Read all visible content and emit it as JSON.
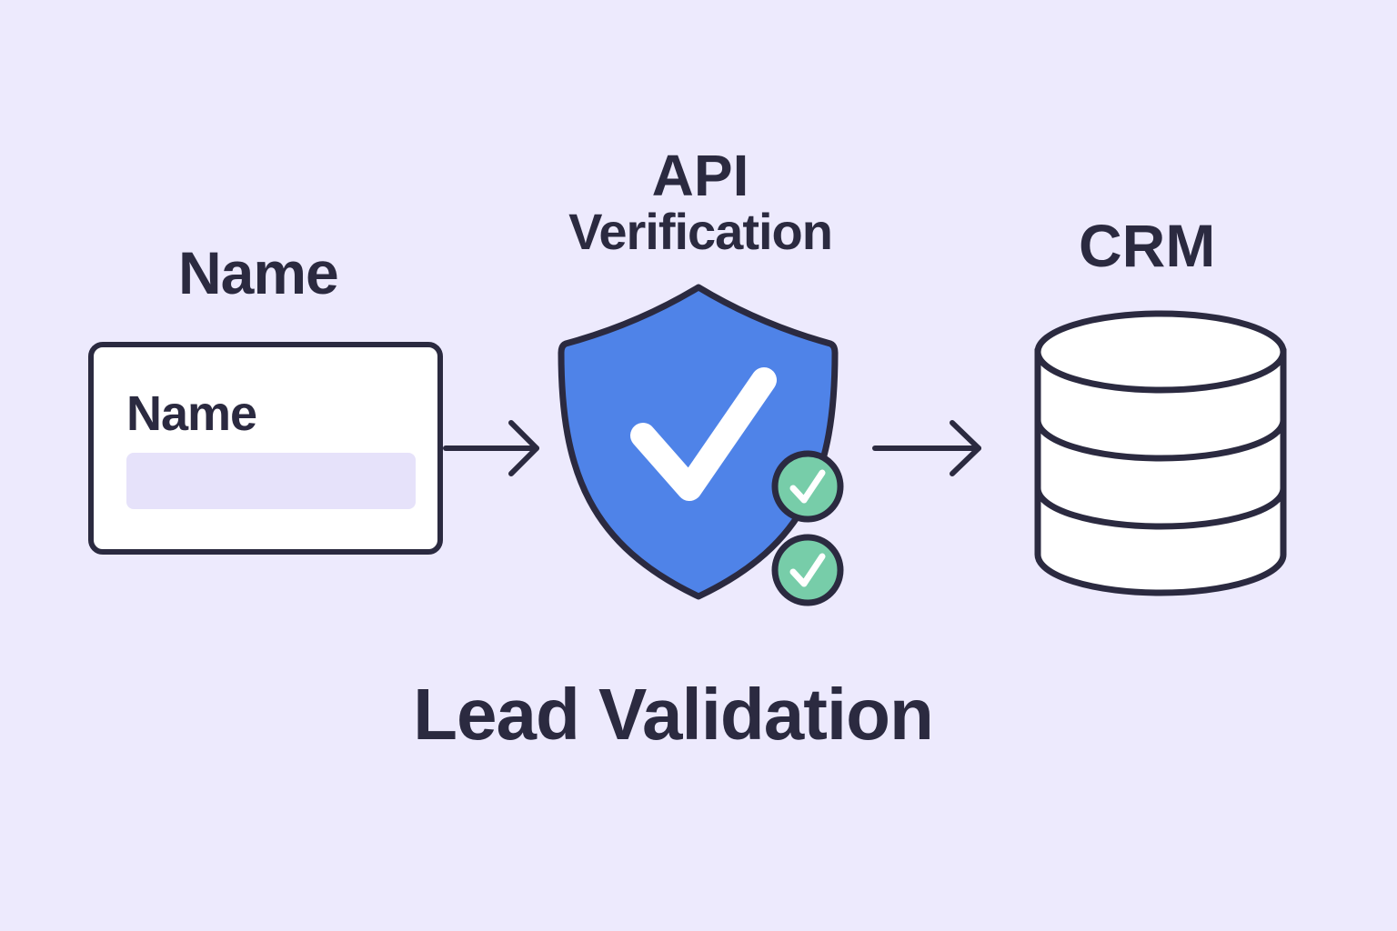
{
  "diagram": {
    "title": "Lead Validation",
    "steps": [
      {
        "id": "name",
        "label": "Name",
        "icon": "form-card-icon"
      },
      {
        "id": "api",
        "label_line1": "API",
        "label_line2": "Verification",
        "icon": "shield-check-icon"
      },
      {
        "id": "crm",
        "label": "CRM",
        "icon": "database-icon"
      }
    ],
    "form": {
      "field_label": "Name",
      "field_value": "",
      "field_placeholder": ""
    },
    "badges": [
      "check-badge-icon",
      "check-badge-icon"
    ],
    "colors": {
      "background": "#edeafd",
      "ink": "#2b2a40",
      "shield": "#4f83e8",
      "badge": "#77cda9",
      "input_fill": "#e6e2fa"
    }
  }
}
